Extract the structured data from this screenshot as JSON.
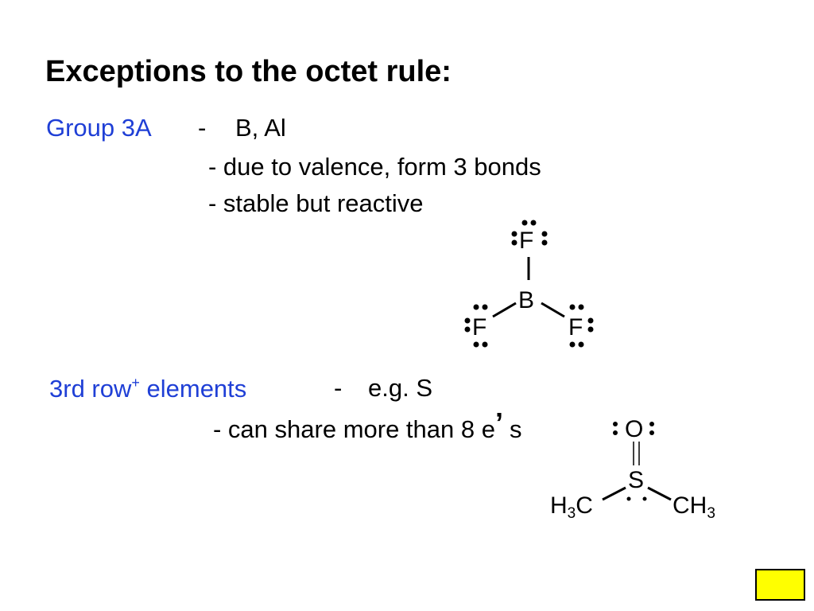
{
  "slide": {
    "title": "Exceptions to the octet rule:",
    "section1": {
      "heading": "Group 3A",
      "dash": "-",
      "elements": "B, Al",
      "bullets": [
        "- due to valence, form 3 bonds",
        "- stable but reactive"
      ]
    },
    "molecule1": {
      "center": "B",
      "ligand": "F"
    },
    "section2": {
      "heading_main": "3rd row",
      "heading_sup": "+",
      "heading_tail": " elements",
      "dash": "-",
      "example": "e.g. S",
      "bullet_prefix": "- can share more than 8 e",
      "bullet_apostrophe": "’",
      "bullet_suffix": "s"
    },
    "molecule2": {
      "top": "O",
      "center": "S",
      "left_main": "H",
      "left_sub": "3",
      "left_end": "C",
      "right_start": "C",
      "right_main": "H",
      "right_sub": "3"
    },
    "colors": {
      "heading_blue": "#1f3fd6",
      "nav_box": "#ffff00"
    }
  }
}
